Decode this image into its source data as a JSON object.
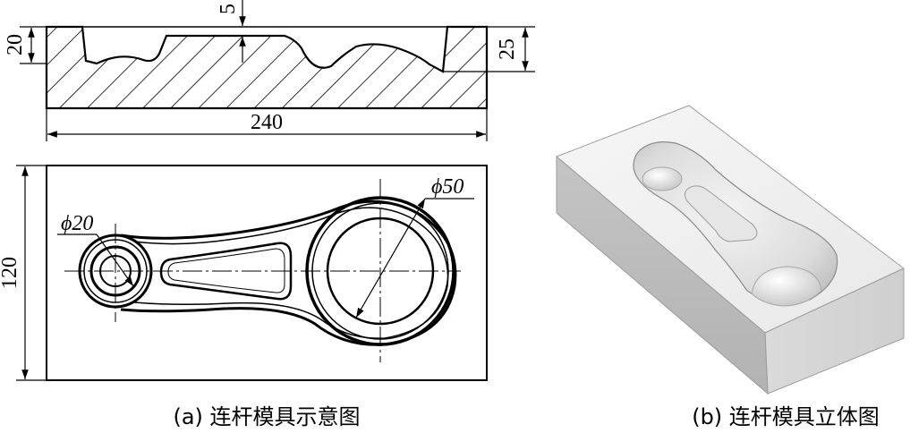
{
  "section_view": {
    "dim_depth_left": "20",
    "dim_depth_right": "25",
    "dim_top": "5",
    "dim_length": "240"
  },
  "plan_view": {
    "dim_height": "120",
    "dim_small_dia": "ϕ20",
    "dim_large_dia": "ϕ50"
  },
  "captions": {
    "a": "(a) 连杆模具示意图",
    "b": "(b) 连杆模具立体图"
  }
}
